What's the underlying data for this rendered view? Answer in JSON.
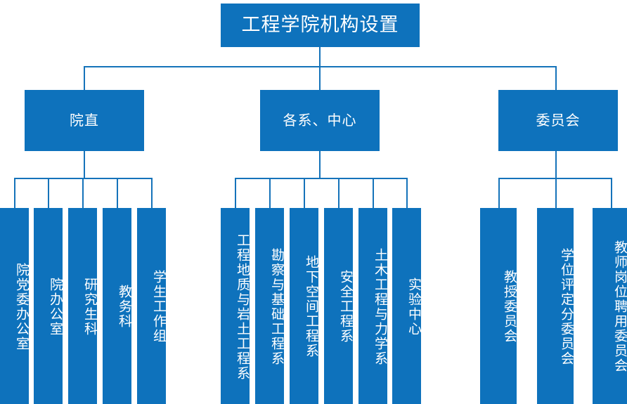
{
  "chart_title": "工程学院机构设置",
  "root": {
    "label": "工程学院机构设置"
  },
  "colors": {
    "box_fill": "#0E72BC",
    "connector": "#1573BA",
    "text": "#FFFFFF",
    "background": "#FFFFFF"
  },
  "branches": [
    {
      "label": "院直",
      "children": [
        {
          "label": "院党委办公室"
        },
        {
          "label": "院办公室"
        },
        {
          "label": "研究生科"
        },
        {
          "label": "教务科"
        },
        {
          "label": "学生工作组"
        }
      ]
    },
    {
      "label": "各系、中心",
      "children": [
        {
          "label": "工程地质与岩土工程系"
        },
        {
          "label": "勘察与基础工程系"
        },
        {
          "label": "地下空间工程系"
        },
        {
          "label": "安全工程系"
        },
        {
          "label": "土木工程与力学系"
        },
        {
          "label": "实验中心"
        }
      ]
    },
    {
      "label": "委员会",
      "children": [
        {
          "label": "教授委员会"
        },
        {
          "label": "学位评定分委员会"
        },
        {
          "label": "教师岗位聘用委员会"
        }
      ]
    }
  ]
}
